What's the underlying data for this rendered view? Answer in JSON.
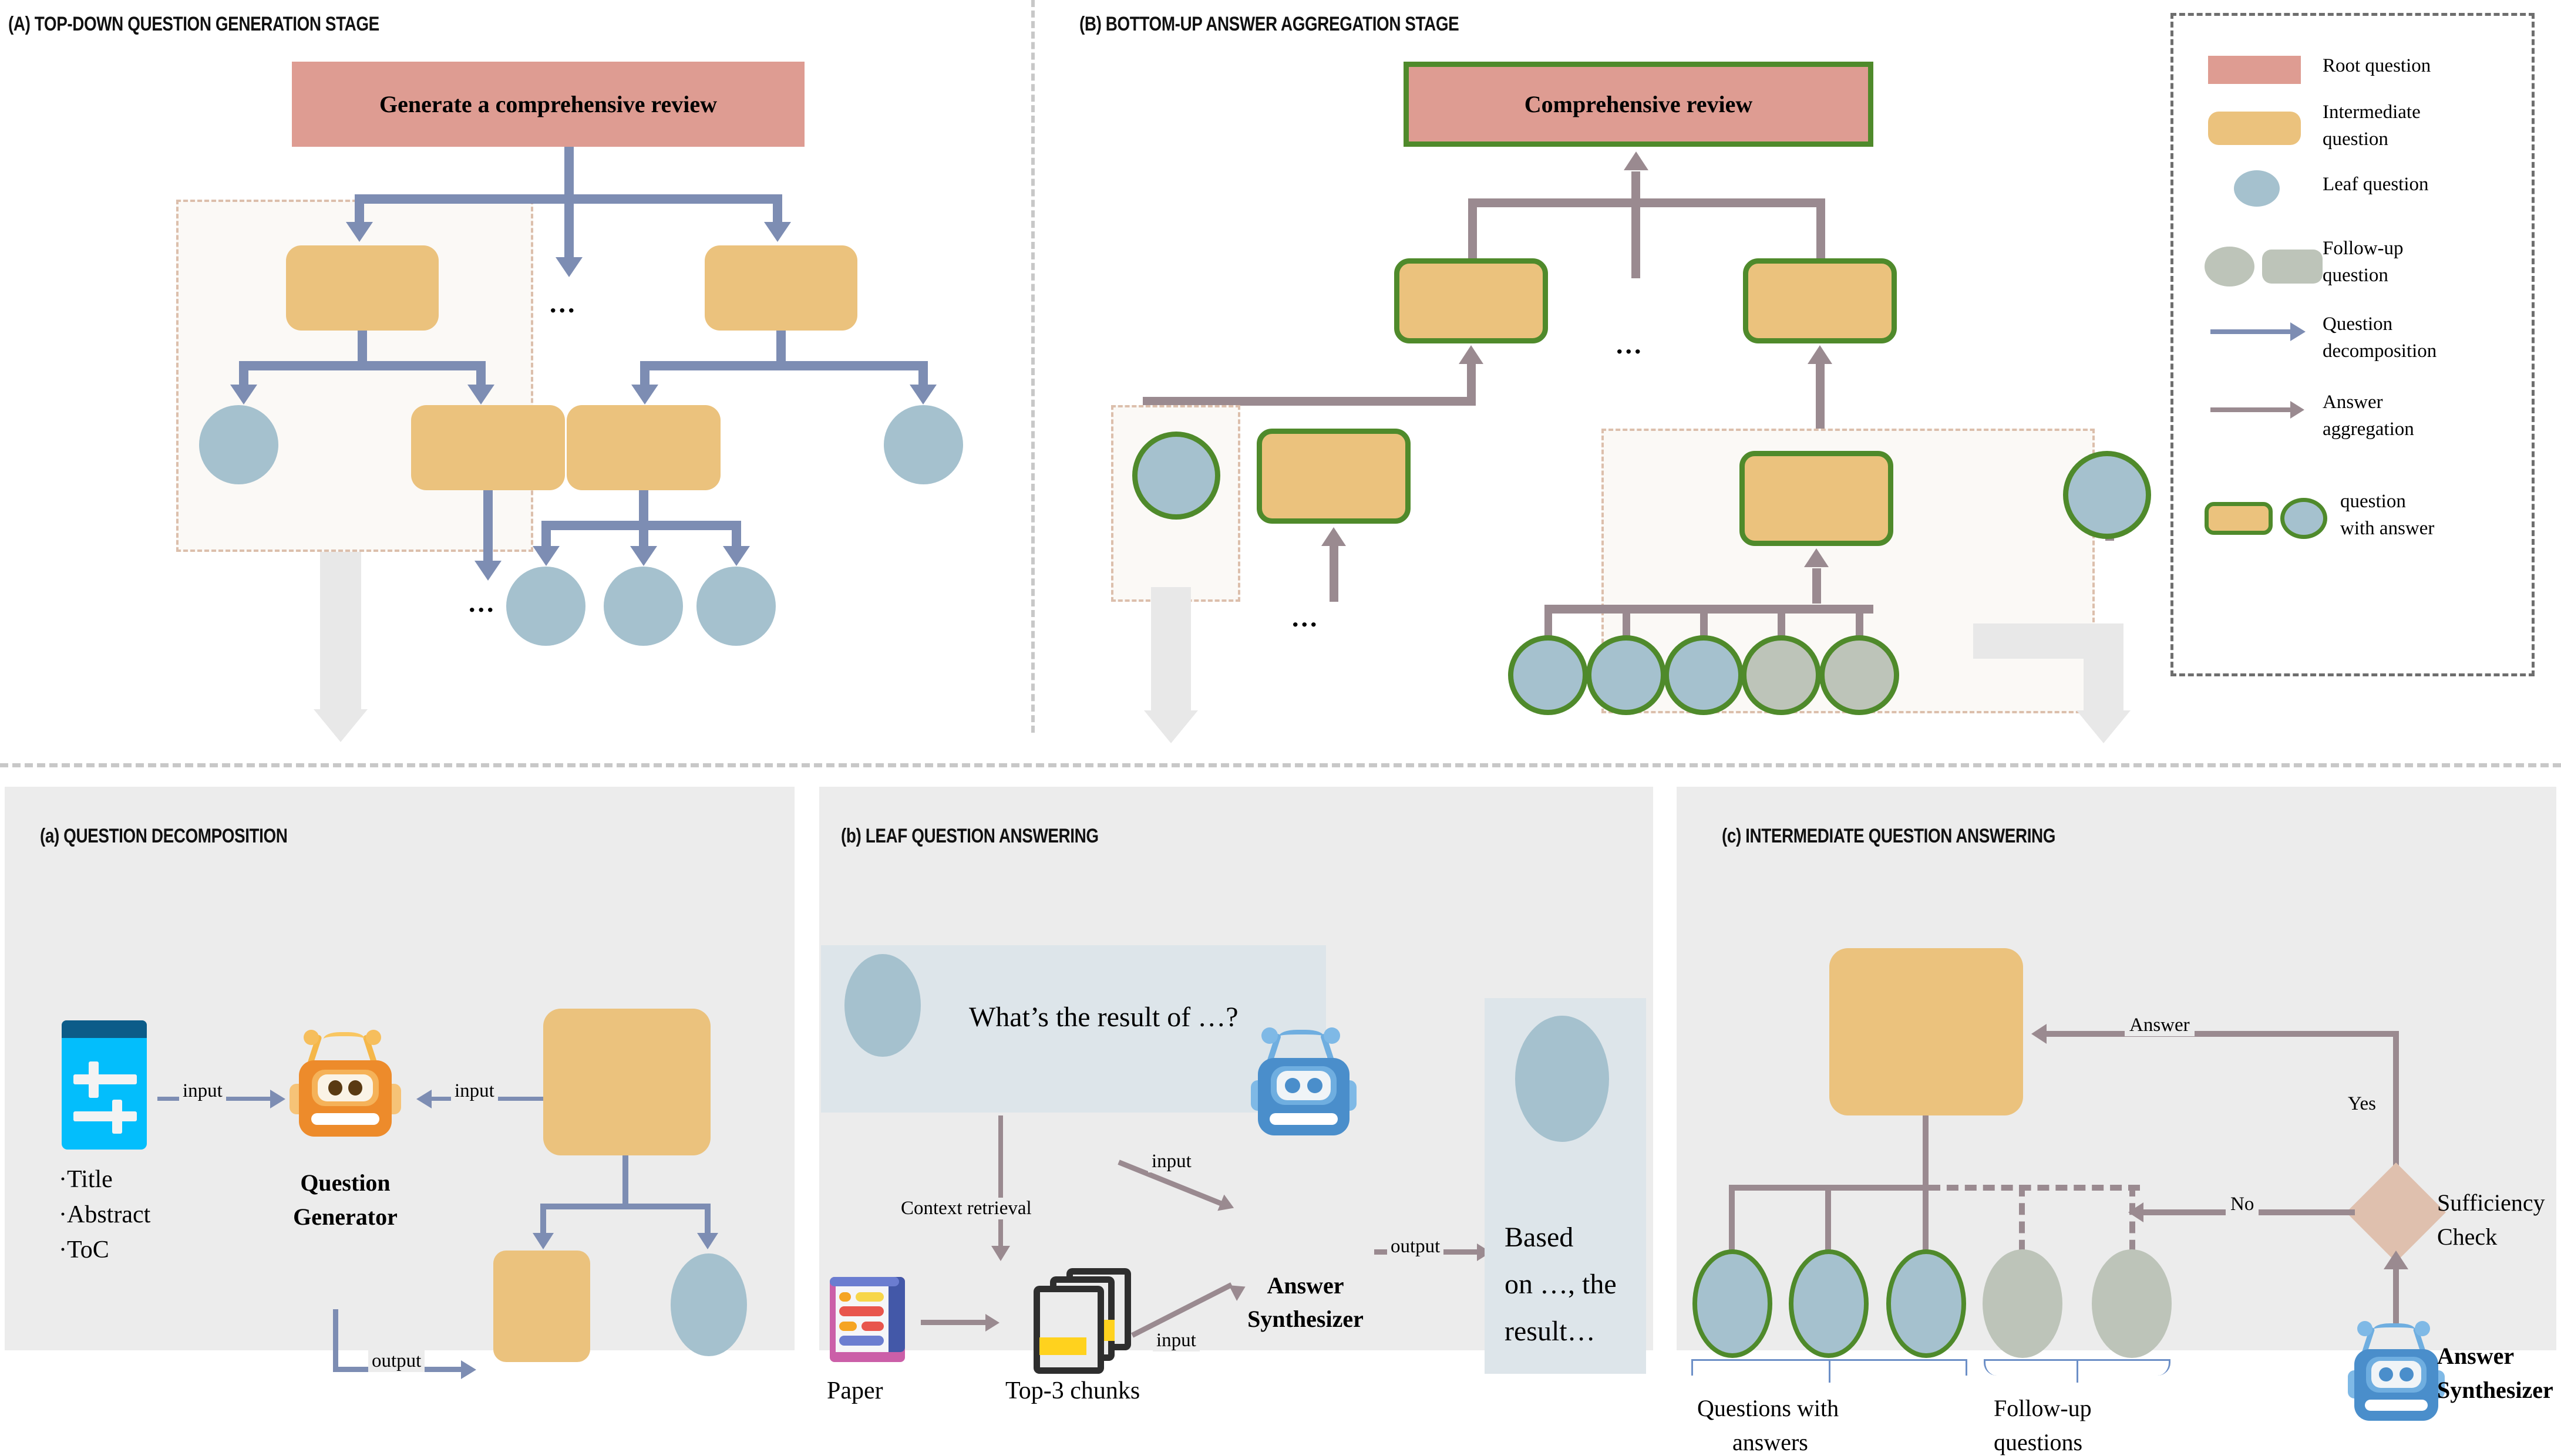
{
  "figure": {
    "title_a": "(A) TOP-DOWN QUESTION GENERATION STAGE",
    "title_b": "(B) BOTTOM-UP ANSWER AGGREGATION STAGE",
    "title_sub_a": "(a) QUESTION DECOMPOSITION",
    "title_sub_b": "(b) LEAF QUESTION ANSWERING",
    "title_sub_c": "(c) INTERMEDIATE QUESTION ANSWERING",
    "ellipsis": "..."
  },
  "stage_a": {
    "root_label": "Generate a comprehensive review"
  },
  "stage_b": {
    "root_label": "Comprehensive review"
  },
  "legend": {
    "items": [
      {
        "label": "Root question",
        "shape": "rect",
        "color": "#DE9C92"
      },
      {
        "label": "Intermediate\nquestion",
        "shape": "rounded-rect",
        "color": "#EBC27D"
      },
      {
        "label": "Leaf question",
        "shape": "ellipse",
        "color": "#A5C1CE"
      },
      {
        "label": "Follow-up\nquestion",
        "shape": "ellipse+rounded-rect",
        "color": "#BDC4B9"
      },
      {
        "label": "Question\ndecomposition",
        "shape": "arrow",
        "color": "#7D8DB3"
      },
      {
        "label": "Answer\naggregation",
        "shape": "arrow",
        "color": "#9A8A90"
      },
      {
        "label": "question\nwith answer",
        "shape": "outlined",
        "color": "#4F8A2B"
      }
    ],
    "l1": "Root question",
    "l2a": "Intermediate",
    "l2b": "question",
    "l3": "Leaf question",
    "l4a": "Follow-up",
    "l4b": "question",
    "l5a": "Question",
    "l5b": "decomposition",
    "l6a": "Answer",
    "l6b": "aggregation",
    "l7a": "question",
    "l7b": "with answer"
  },
  "panel_a": {
    "input_label_left": "input",
    "input_label_right": "input",
    "output_label": "output",
    "agent_name_l1": "Question",
    "agent_name_l2": "Generator",
    "source_items": [
      "·Title",
      "·Abstract",
      "·ToC"
    ],
    "source_icon": "sliders-icon",
    "agent_icon": "orange-robot-icon"
  },
  "panel_b": {
    "question_text": "What’s the result of …?",
    "context_label": "Context retrieval",
    "input_label_top": "input",
    "input_label_bottom": "input",
    "output_label": "output",
    "paper_label": "Paper",
    "chunks_label": "Top-3 chunks",
    "agent_name_l1": "Answer",
    "agent_name_l2": "Synthesizer",
    "answer_line1": "Based",
    "answer_line2": "on …, the",
    "answer_line3": "result…",
    "paper_icon": "paper-icon",
    "chunks_icon": "documents-icon",
    "agent_icon": "blue-robot-icon"
  },
  "panel_c": {
    "answer_label": "Answer",
    "yes_label": "Yes",
    "no_label": "No",
    "check_l1": "Sufficiency",
    "check_l2": "Check",
    "brace_left_l1": "Questions with",
    "brace_left_l2": "answers",
    "brace_right_l1": "Follow-up",
    "brace_right_l2": "questions",
    "agent_name_l1": "Answer",
    "agent_name_l2": "Synthesizer",
    "agent_icon": "blue-robot-icon"
  },
  "colors": {
    "root": "#DE9C92",
    "intermediate": "#EBC27D",
    "leaf": "#A5C1CE",
    "followup": "#BDC4B9",
    "decomposition_arrow": "#7D8DB3",
    "aggregation_arrow": "#9A8A90",
    "answered_outline": "#4F8A2B",
    "highlight_border": "#DCBFAC",
    "panel_bg": "#ECECEC",
    "diamond": "#DFC0AE"
  }
}
